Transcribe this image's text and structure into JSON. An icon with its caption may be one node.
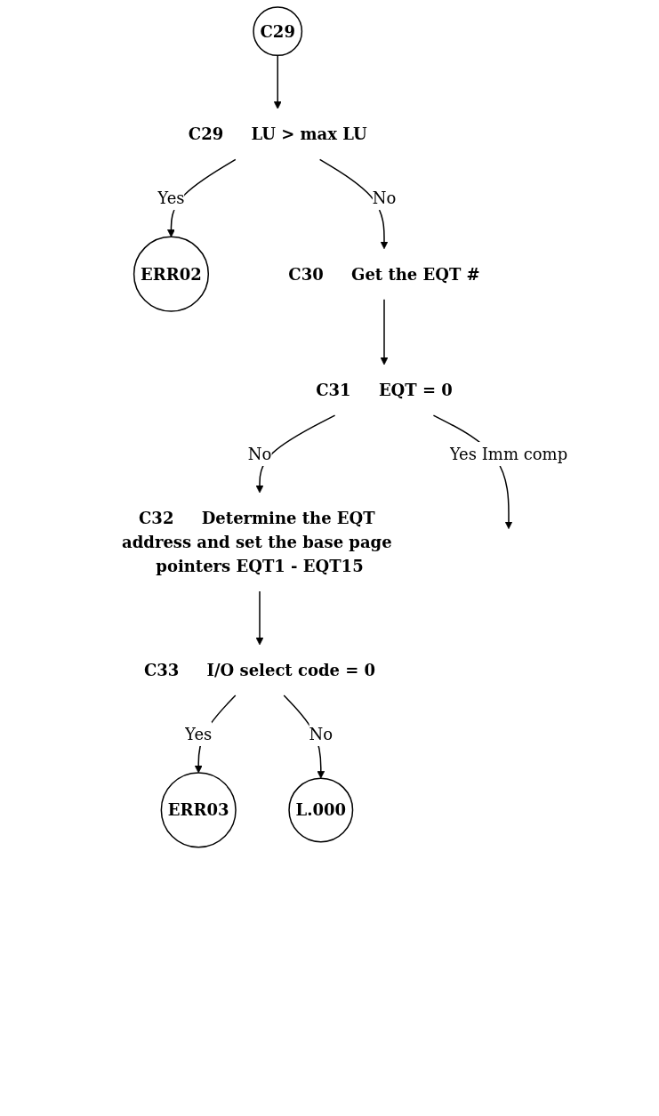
{
  "diagram": {
    "nodes": [
      {
        "text": [
          "C29"
        ]
      },
      {
        "text": [
          "LU > max LU"
        ],
        "beside": [
          "C29"
        ]
      },
      {
        "text": [
          "ERR02"
        ]
      },
      {
        "text": [
          "Get the EQT #"
        ],
        "beside": [
          "C30"
        ]
      },
      {
        "text": [
          "EQT = 0"
        ],
        "beside": [
          "C31"
        ]
      },
      {
        "text": [
          "Determine the EQT address and set the base page pointers EQT1 - EQT15"
        ],
        "beside": [
          "C32"
        ]
      },
      {
        "text": [
          "I/O select code = 0"
        ],
        "beside": [
          "C33"
        ]
      },
      {
        "text": [
          "ERR03"
        ]
      },
      {
        "text": [
          "L.000"
        ]
      }
    ],
    "edges": [
      {
        "from": 0,
        "to": 1,
        "arrow": "to"
      },
      {
        "from": 1,
        "to": 2,
        "arrow": "to",
        "label": "Yes"
      },
      {
        "from": 1,
        "to": 3,
        "arrow": "to",
        "label": "No"
      },
      {
        "from": 3,
        "to": 4,
        "arrow": "to"
      },
      {
        "from": 4,
        "to": null,
        "arrow": "to",
        "label": "Yes Imm comp"
      },
      {
        "from": 4,
        "to": 5,
        "arrow": "to",
        "label": "No"
      },
      {
        "from": 5,
        "to": 6,
        "arrow": "to"
      },
      {
        "from": 6,
        "to": 7,
        "arrow": "to",
        "label": "Yes"
      },
      {
        "from": 6,
        "to": 8,
        "arrow": "to",
        "label": "No"
      }
    ]
  }
}
